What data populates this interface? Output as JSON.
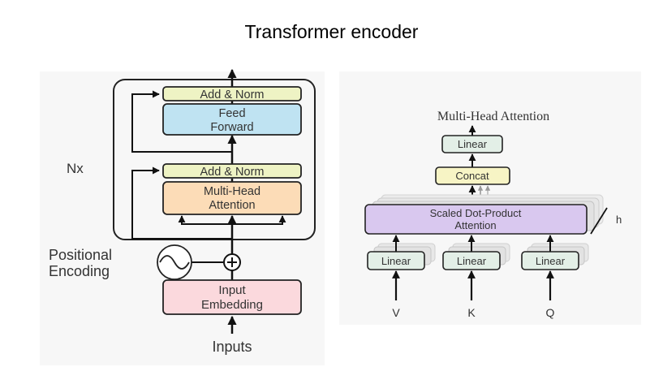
{
  "title": "Transformer encoder",
  "encoder": {
    "add_norm_top": "Add & Norm",
    "feed_forward": [
      "Feed",
      "Forward"
    ],
    "add_norm_bottom": "Add & Norm",
    "multi_head_attention": [
      "Multi-Head",
      "Attention"
    ],
    "nx_label": "Nx",
    "positional_encoding": [
      "Positional",
      "Encoding"
    ],
    "input_embedding": [
      "Input",
      "Embedding"
    ],
    "inputs_label": "Inputs"
  },
  "multi_head": {
    "title": "Multi-Head Attention",
    "linear_top": "Linear",
    "concat": "Concat",
    "scaled_dot_product": [
      "Scaled Dot-Product",
      "Attention"
    ],
    "h_label": "h",
    "linear_v": "Linear",
    "linear_k": "Linear",
    "linear_q": "Linear",
    "input_v": "V",
    "input_k": "K",
    "input_q": "Q"
  },
  "colors": {
    "add_norm": "#eef3c4",
    "feed_forward": "#bfe3f2",
    "attention": "#fcdcb7",
    "embedding": "#fbd9dd",
    "linear": "#e3efe7",
    "concat": "#f7f4c5",
    "scaled_dot": "#d9c8ef"
  }
}
